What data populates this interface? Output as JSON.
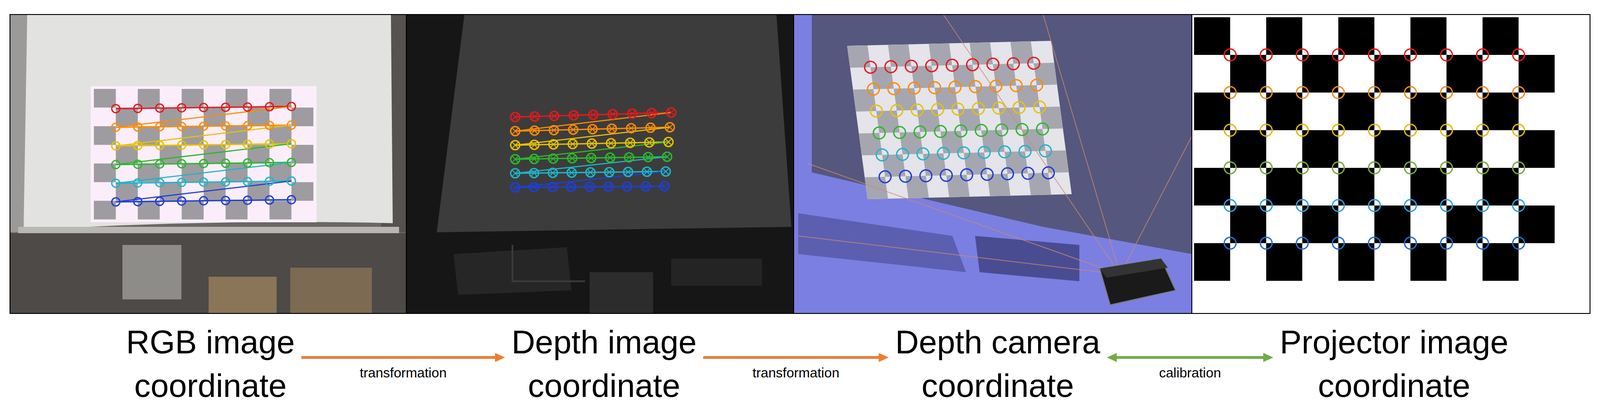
{
  "diagram": {
    "nodes": [
      {
        "text": [
          "RGB image coordinate"
        ]
      },
      {
        "text": [
          "Depth image coordinate"
        ]
      },
      {
        "text": [
          "Depth camera coordinate"
        ]
      },
      {
        "text": [
          "Projector image coordinate"
        ]
      }
    ],
    "edges": [
      {
        "from": 0,
        "to": 1,
        "label": "transformation",
        "arrow": "to"
      },
      {
        "from": 1,
        "to": 2,
        "label": "transformation",
        "arrow": "to"
      },
      {
        "from": 2,
        "to": 3,
        "label": "calibration",
        "arrow": "both"
      }
    ]
  }
}
